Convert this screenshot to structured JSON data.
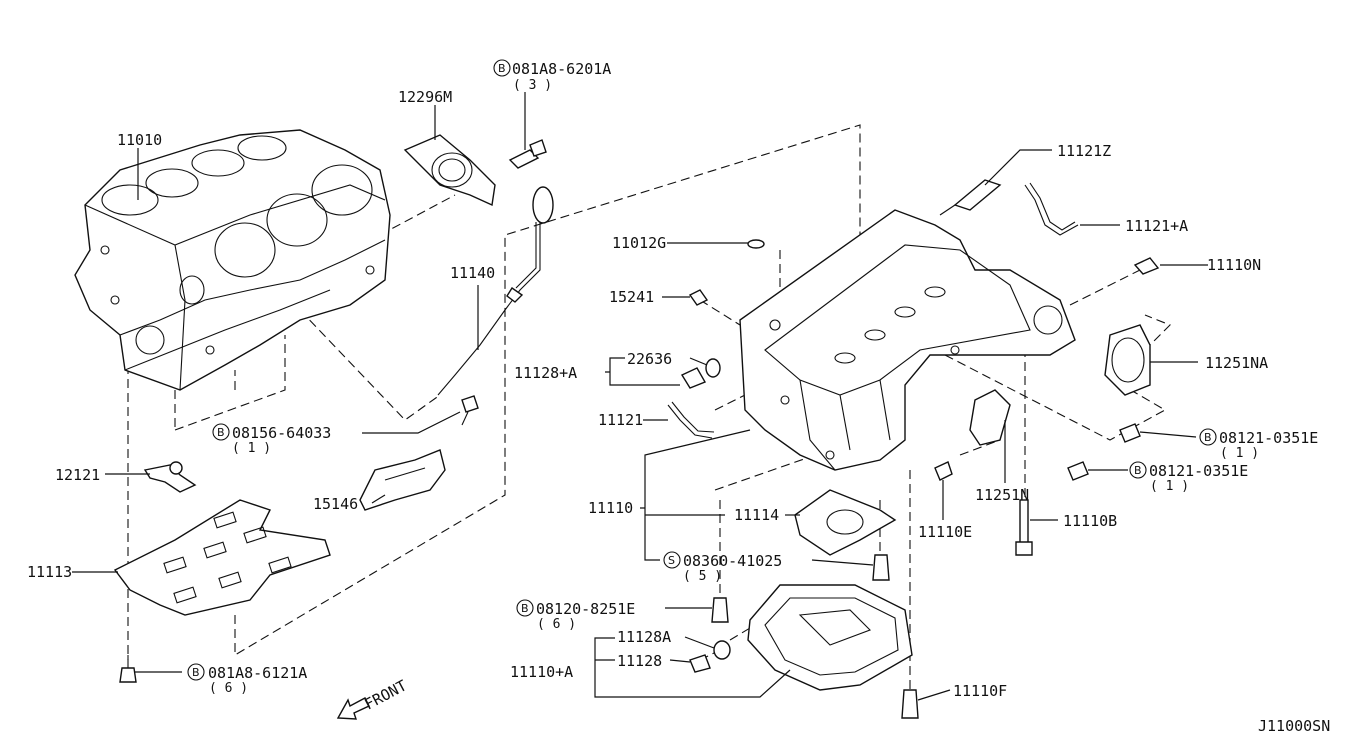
{
  "diagram_code": "J11000SN",
  "direction_label": "FRONT",
  "callouts": {
    "c11010": "11010",
    "c12296m": "12296M",
    "bolt_08188_6201a": {
      "prefix": "B",
      "number": "081A8-6201A",
      "qty": "( 3 )"
    },
    "c11140": "11140",
    "bolt_08156_64033": {
      "prefix": "B",
      "number": "08156-64033",
      "qty": "( 1 )"
    },
    "c12121": "12121",
    "c15146": "15146",
    "c11113": "11113",
    "bolt_081a8_6121a": {
      "prefix": "B",
      "number": "081A8-6121A",
      "qty": "( 6 )"
    },
    "c11121z": "11121Z",
    "c11121a": "11121+A",
    "c11012g": "11012G",
    "c15241": "15241",
    "c22636": "22636",
    "c11128a_group": "11128+A",
    "c11121": "11121",
    "c11110n": "11110N",
    "c11251na": "11251NA",
    "bolt_08121_0351e_a": {
      "prefix": "B",
      "number": "08121-0351E",
      "qty": "( 1 )"
    },
    "bolt_08121_0351e_b": {
      "prefix": "B",
      "number": "08121-0351E",
      "qty": "( 1 )"
    },
    "c11251n": "11251N",
    "c11110e": "11110E",
    "c11110b": "11110B",
    "c11110": "11110",
    "c11114": "11114",
    "screw_08360_41025": {
      "prefix": "S",
      "number": "08360-41025",
      "qty": "( 5 )"
    },
    "bolt_08120_8251e": {
      "prefix": "B",
      "number": "08120-8251E",
      "qty": "( 6 )"
    },
    "c11128a": "11128A",
    "c11110a": "11110+A",
    "c11128": "11128",
    "c11110f": "11110F"
  }
}
